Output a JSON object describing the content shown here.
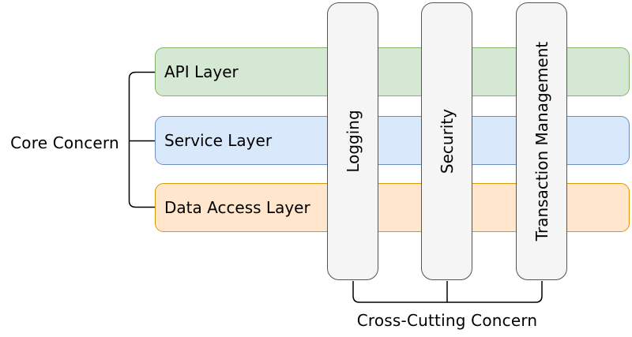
{
  "colors": {
    "background": "#ffffff",
    "line": "#000000",
    "text": "#000000",
    "concern_bar_fill": "#f5f5f5",
    "concern_bar_stroke": "#545454"
  },
  "core_concern": {
    "label": "Core Concern",
    "layers": [
      {
        "label": "API Layer",
        "fill": "#d5e8d4",
        "stroke": "#82b366"
      },
      {
        "label": "Service Layer",
        "fill": "#dae8fc",
        "stroke": "#6c8ebf"
      },
      {
        "label": "Data Access Layer",
        "fill": "#ffe6cc",
        "stroke": "#d79b00"
      }
    ]
  },
  "cross_cutting_concern": {
    "label": "Cross-Cutting Concern",
    "concerns": [
      {
        "label": "Logging"
      },
      {
        "label": "Security"
      },
      {
        "label": "Transaction Management"
      }
    ]
  }
}
